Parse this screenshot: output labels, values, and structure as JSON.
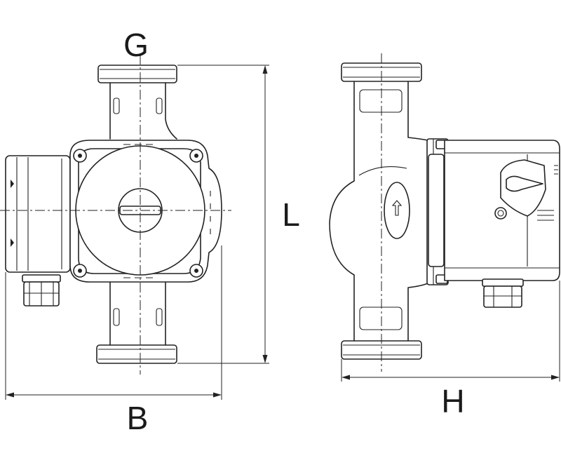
{
  "labels": {
    "g": "G",
    "l": "L",
    "b": "B",
    "h": "H"
  },
  "colors": {
    "line": "#222222",
    "background": "#ffffff"
  }
}
